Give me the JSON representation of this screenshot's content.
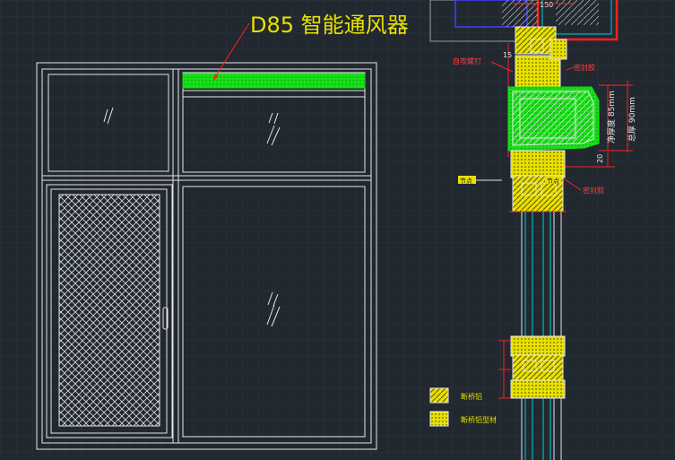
{
  "title": "D85 智能通风器",
  "labels": {
    "self_tapping_screw": "自攻螺钉",
    "sealant_top": "密封胶",
    "sealant_bottom": "密封胶",
    "thickness_85": "净厚度 85mm",
    "thickness_90": "总厚 90mm",
    "dim_150": "150",
    "dim_15": "15",
    "dim_20": "20",
    "tag_left": "节点",
    "tag_right": "节点"
  },
  "legend": [
    {
      "label": "断桥铝",
      "pattern": "solid-hatch"
    },
    {
      "label": "断桥铝型材",
      "pattern": "dot-hatch"
    }
  ],
  "colors": {
    "background": "#212830",
    "grid": "#2b333c",
    "lines": "#e6e6e6",
    "red": "#ff2020",
    "green": "#18e018",
    "yellow": "#e8e000",
    "cyan": "#00d0d0",
    "blue": "#4040ff"
  }
}
